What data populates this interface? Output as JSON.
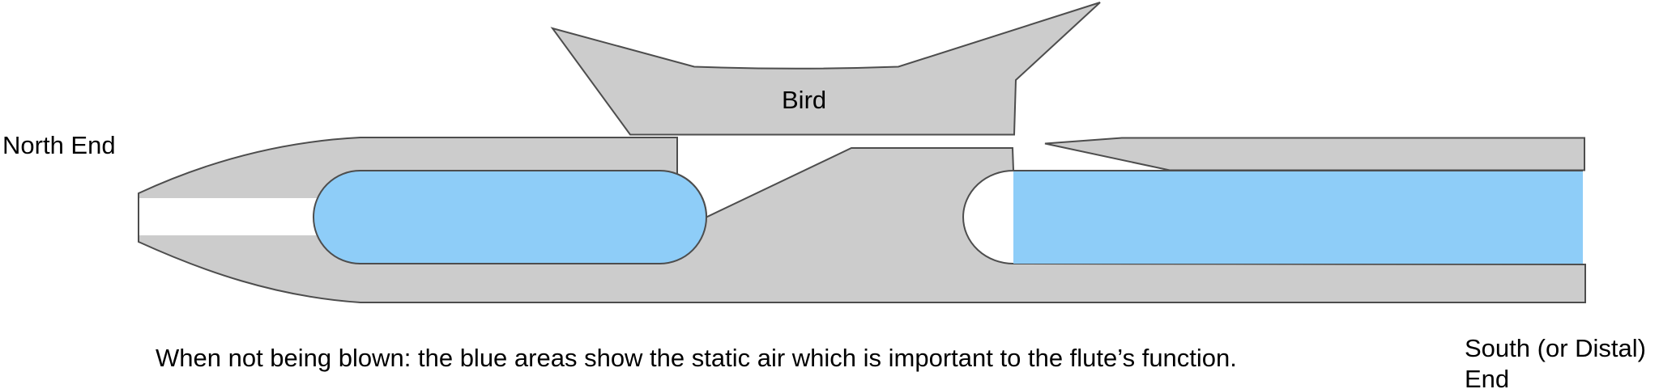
{
  "diagram": {
    "title_hint": "Native American flute cross-section (not being blown)",
    "labels": {
      "north_end": "North End",
      "bird": "Bird",
      "south_end_line1": "South (or Distal)",
      "south_end_line2": "End"
    },
    "caption": "When not being blown: the blue areas show the static air which is important to the flute’s function.",
    "colors": {
      "body_gray": "#cccccc",
      "static_air_blue": "#8ecdf8",
      "outline": "#4d4d4d",
      "background": "#ffffff",
      "text": "#000000"
    }
  }
}
